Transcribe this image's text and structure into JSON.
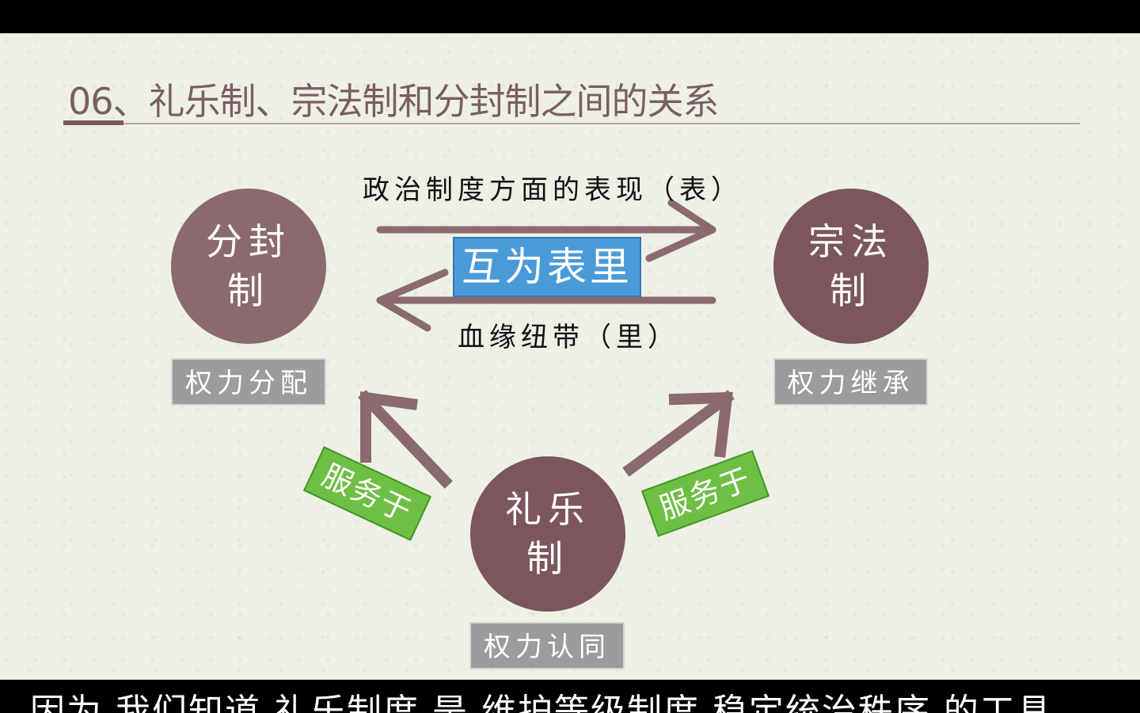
{
  "slide": {
    "title": "06、礼乐制、宗法制和分封制之间的关系"
  },
  "diagram": {
    "node_left": "分封制",
    "node_right": "宗法制",
    "node_bottom": "礼乐制",
    "tag_left": "权力分配",
    "tag_right": "权力继承",
    "tag_bottom": "权力认同",
    "top_label": "政治制度方面的表现（表）",
    "bottom_label": "血缘纽带（里）",
    "center_label": "互为表里",
    "serve_left": "服务于",
    "serve_right": "服务于"
  },
  "subtitle": {
    "text": "因为 我们知道 礼乐制度 是 维护等级制度 稳定统治秩序 的工具"
  },
  "colors": {
    "circle": "#8a6a6f",
    "arrow": "#8a6a6f",
    "center_box": "#4a9ad8",
    "green_tag": "#6fbf45",
    "gray_tag": "#9c9c9c",
    "title": "#7a5e63"
  }
}
